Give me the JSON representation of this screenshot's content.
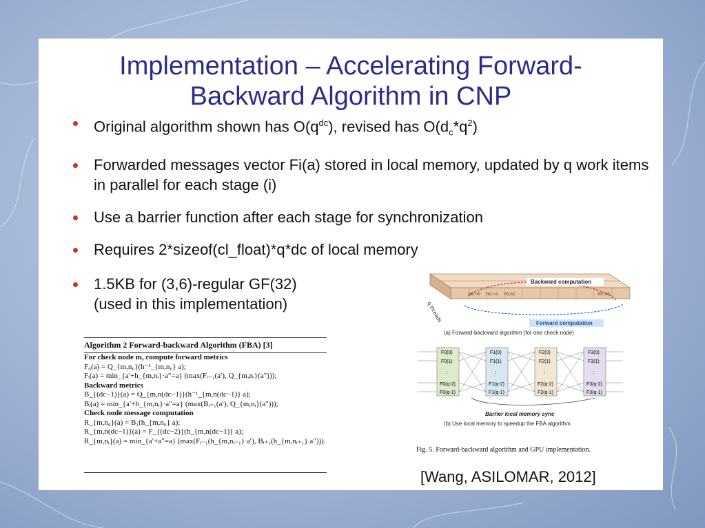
{
  "slide": {
    "title_line1": "Implementation – Accelerating Forward-",
    "title_line2": "Backward Algorithm in CNP",
    "bullets": [
      {
        "pre": "Original algorithm shown has O(q",
        "sup1": "dc",
        "mid": "), revised has O(d",
        "sub": "c",
        "mid2": "*q",
        "sup2": "2",
        "post": ")"
      },
      {
        "text": "Forwarded messages vector Fi(a) stored in local memory, updated by q work items in parallel for each stage (i)"
      },
      {
        "text": "Use a barrier function after each stage for synchronization"
      },
      {
        "text": "Requires 2*sizeof(cl_float)*q*dc of local memory"
      }
    ],
    "bullet5_line1": "1.5KB for (3,6)-regular GF(32)",
    "bullet5_line2": "(used in this implementation)",
    "citation": "[Wang, ASILOMAR, 2012]"
  },
  "algorithm": {
    "header": "Algorithm 2 Forward-backward Algorithm (FBA) [3]",
    "lines": [
      "For check node m, compute forward metrics",
      "F₀(a) = Q_{m,n₀}(h⁻¹_{m,n₀} a);",
      "Fᵢ(a) = min_{a′+h_{m,nᵢ}·a″=a} (max(Fᵢ₋₁(a′), Q_{m,nᵢ}(a″)));",
      "Backward metrics",
      "B_{(dc−1)}(a) = Q_{m,n(dc−1)}(h⁻¹_{m,n(dc−1)} a);",
      "Bᵢ(a) = min_{a′+h_{m,nᵢ}·a″=a} (max(Bᵢ₊₁(a′), Q_{m,nᵢ}(a″)));",
      "Check node message computation",
      "R_{m,n₀}(a) = B₁(h_{m,n₀} a);",
      "R_{m,n(dc−1)}(a) = F_{(dc−2)}(h_{m,n(dc−1)} a);",
      "R_{m,nᵢ}(a) = min_{a′+a″=a} (max(Fᵢ₋₁(h_{m,nᵢ₋₁} a′), Bᵢ₊₁(h_{m,nᵢ₊₁} a″)))."
    ]
  },
  "figure": {
    "backward_label": "Backward computation",
    "forward_label": "Forward computation",
    "threads_label": "q threads",
    "h_labels": [
      "h0, n0",
      "h0, n1",
      "h0,n2",
      "h0, n3"
    ],
    "caption_a": "(a) Forward-backward algorithm (for one check node)",
    "stage_cols": [
      [
        "F0(0)",
        "F0(1)",
        ":",
        "F0(q-2)",
        "F0(q-1)"
      ],
      [
        "F1(0)",
        "F1(1)",
        ":",
        "F1(q-2)",
        "F1(q-1)"
      ],
      [
        "F2(0)",
        "F2(1)",
        ":",
        "F2(q-2)",
        "F2(q-1)"
      ],
      [
        "F3(0)",
        "F3(1)",
        ":",
        "F3(q-2)",
        "F3(q-1)"
      ]
    ],
    "barrier_label": "Barrier local memory sync",
    "caption_b": "(b) Use local memory to speedup the FBA algorithm",
    "fig_caption": "Fig. 5.    Forward-backward algorithm and GPU implementation.",
    "colors": {
      "accent_title": "#2d2a8c",
      "bullet": "#c0392b",
      "forward": "#1a66c9",
      "backward": "#cc2222",
      "cell_fill": "#e6c8a8"
    }
  }
}
